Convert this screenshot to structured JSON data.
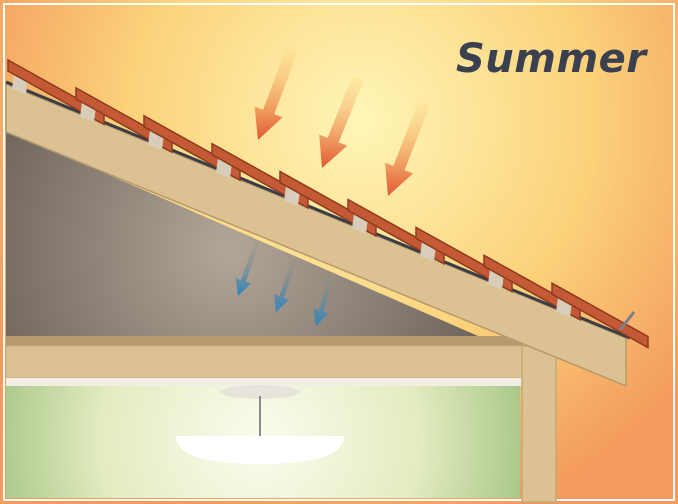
{
  "season_label": "Summer",
  "colors": {
    "sky_glow": "#fff6b8",
    "sky_mid": "#fbd27a",
    "sky_edge": "#f39a5c",
    "roof_tile": "#c45a35",
    "roof_tile_dark": "#8e3a1f",
    "rafter": "#dcc193",
    "rafter_edge": "#b59a6e",
    "attic_air": "#9b8c7e",
    "attic_air_dark": "#6f655c",
    "heat_arrow": "#e2552f",
    "cool_arrow": "#2c86c2",
    "room_glow": "#f4f6d8",
    "room_edge": "#b9cf98",
    "label_text": "#3a4050"
  },
  "diagram": {
    "heat_arrows": [
      {
        "id": "heat-1"
      },
      {
        "id": "heat-2"
      },
      {
        "id": "heat-3"
      }
    ],
    "cool_arrows": [
      {
        "id": "cool-1"
      },
      {
        "id": "cool-2"
      },
      {
        "id": "cool-3"
      }
    ],
    "roof_tiles": 9,
    "components": [
      "roof-tiles",
      "roof-rafter",
      "attic-space",
      "ceiling-joist",
      "wall-post",
      "room",
      "ceiling-lamp"
    ]
  }
}
